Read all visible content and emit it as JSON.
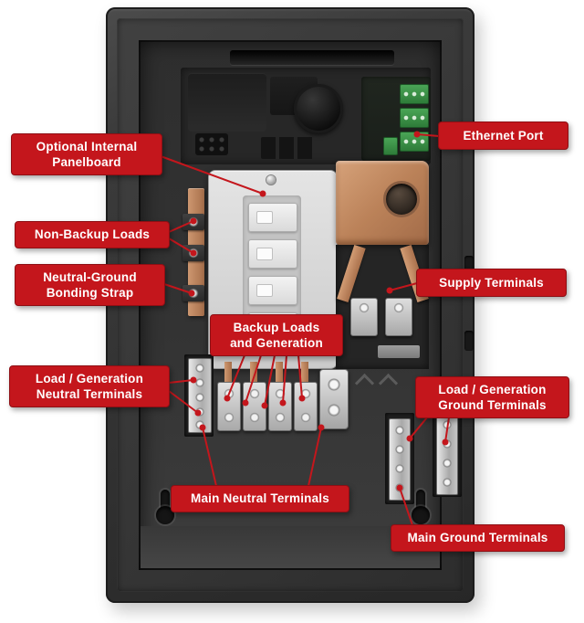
{
  "figure": {
    "type": "annotated-diagram",
    "subject": "Backup gateway electrical panel interior with component callouts"
  },
  "colors": {
    "label_background": "#c4161c",
    "label_text": "#ffffff",
    "leader_line": "#c4161c",
    "enclosure": "#333333",
    "copper": "#bb8259",
    "panelboard": "#d8d8d8",
    "ethernet_connector_green": "#3f9e4b"
  },
  "labels": [
    {
      "id": "optional-internal-panelboard",
      "text": "Optional Internal\nPanelboard"
    },
    {
      "id": "ethernet-port",
      "text": "Ethernet Port"
    },
    {
      "id": "non-backup-loads",
      "text": "Non-Backup Loads"
    },
    {
      "id": "neutral-ground-bonding-strap",
      "text": "Neutral-Ground\nBonding Strap"
    },
    {
      "id": "supply-terminals",
      "text": "Supply Terminals"
    },
    {
      "id": "backup-loads-and-generation",
      "text": "Backup Loads\nand Generation"
    },
    {
      "id": "load-generation-neutral-terminals",
      "text": "Load / Generation\nNeutral Terminals"
    },
    {
      "id": "load-generation-ground-terminals",
      "text": "Load / Generation\nGround Terminals"
    },
    {
      "id": "main-neutral-terminals",
      "text": "Main Neutral Terminals"
    },
    {
      "id": "main-ground-terminals",
      "text": "Main Ground Terminals"
    }
  ]
}
